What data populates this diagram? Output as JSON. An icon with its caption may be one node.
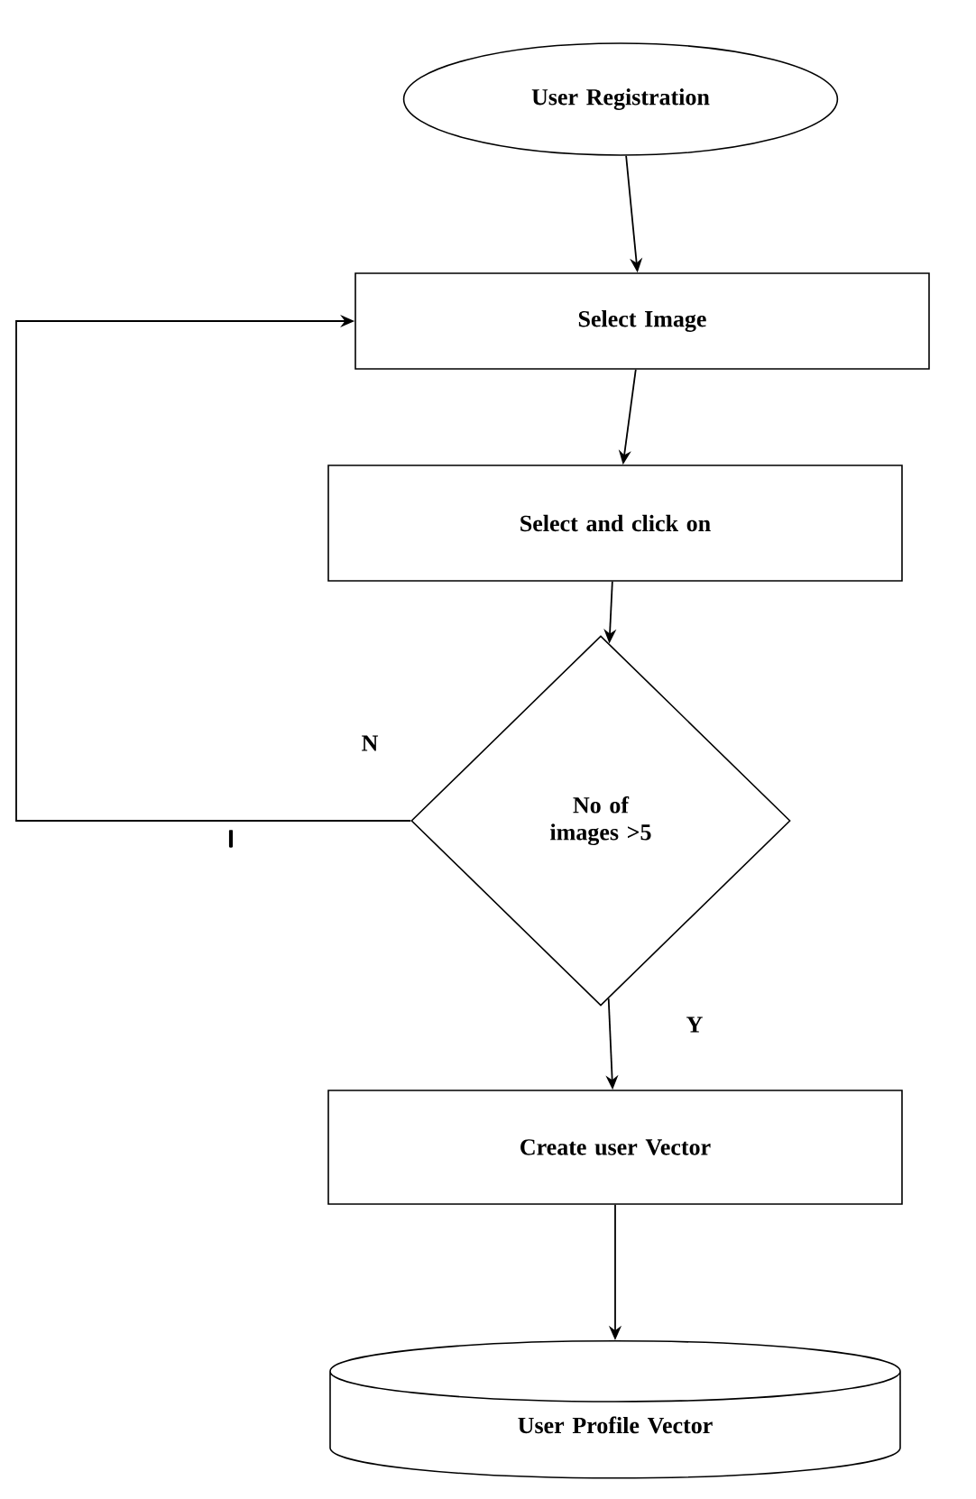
{
  "diagram": {
    "nodes": [
      {
        "text": [
          "User Registration"
        ]
      },
      {
        "text": [
          "Select Image"
        ]
      },
      {
        "text": [
          "Select and click on"
        ]
      },
      {
        "text": [
          "No of images >5"
        ]
      },
      {
        "text": [
          "Create user Vector"
        ]
      },
      {
        "text": [
          "User Profile Vector"
        ]
      }
    ],
    "edges": [
      {
        "from": 0,
        "to": 1,
        "arrow": "to"
      },
      {
        "from": 1,
        "to": 2,
        "arrow": "to"
      },
      {
        "from": 2,
        "to": 3,
        "arrow": "to"
      },
      {
        "from": 3,
        "to": 1,
        "arrow": "to",
        "label": "N"
      },
      {
        "from": 3,
        "to": 4,
        "arrow": "to",
        "label": "Y"
      },
      {
        "from": 4,
        "to": 5,
        "arrow": "to"
      }
    ],
    "labels": [
      "I"
    ]
  }
}
